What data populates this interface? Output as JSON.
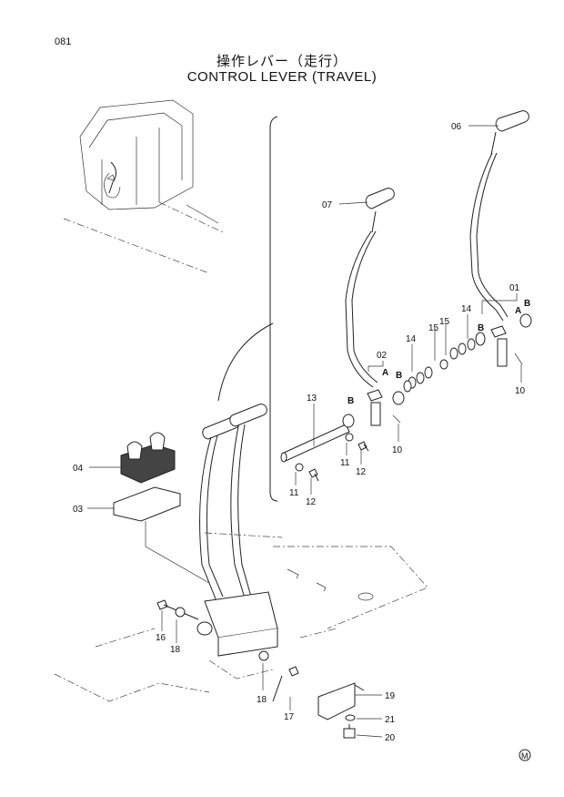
{
  "page_number": "081",
  "title_jp": "操作レバー（走行）",
  "title_en": "CONTROL LEVER (TRAVEL)",
  "footer_mark": "M",
  "callouts": [
    {
      "id": "c06",
      "text": "06"
    },
    {
      "id": "c07",
      "text": "07"
    },
    {
      "id": "c01",
      "text": "01"
    },
    {
      "id": "c02",
      "text": "02"
    },
    {
      "id": "c03",
      "text": "03"
    },
    {
      "id": "c04",
      "text": "04"
    },
    {
      "id": "c10a",
      "text": "10"
    },
    {
      "id": "c10b",
      "text": "10"
    },
    {
      "id": "c11a",
      "text": "11"
    },
    {
      "id": "c11b",
      "text": "11"
    },
    {
      "id": "c12a",
      "text": "12"
    },
    {
      "id": "c12b",
      "text": "12"
    },
    {
      "id": "c13",
      "text": "13"
    },
    {
      "id": "c14a",
      "text": "14"
    },
    {
      "id": "c14b",
      "text": "14"
    },
    {
      "id": "c15a",
      "text": "15"
    },
    {
      "id": "c15b",
      "text": "15"
    },
    {
      "id": "c16",
      "text": "16"
    },
    {
      "id": "c17",
      "text": "17"
    },
    {
      "id": "c18a",
      "text": "18"
    },
    {
      "id": "c18b",
      "text": "18"
    },
    {
      "id": "c19",
      "text": "19"
    },
    {
      "id": "c20",
      "text": "20"
    },
    {
      "id": "c21",
      "text": "21"
    }
  ],
  "letters": [
    {
      "id": "A1",
      "text": "A"
    },
    {
      "id": "B1",
      "text": "B"
    },
    {
      "id": "B1b",
      "text": "B"
    },
    {
      "id": "A2",
      "text": "A"
    },
    {
      "id": "B2",
      "text": "B"
    },
    {
      "id": "B2b",
      "text": "B"
    }
  ]
}
